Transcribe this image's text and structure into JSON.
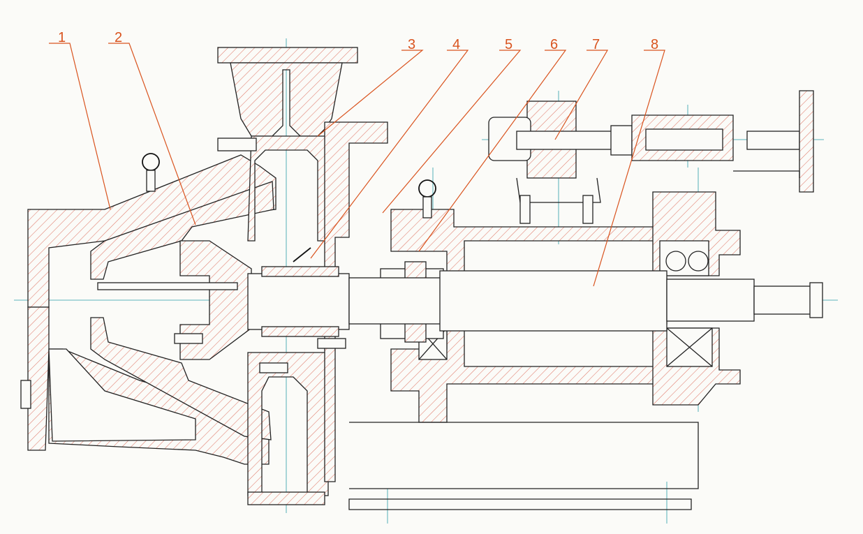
{
  "callouts": [
    {
      "id": "1",
      "text": "1"
    },
    {
      "id": "2",
      "text": "2"
    },
    {
      "id": "3",
      "text": "3"
    },
    {
      "id": "4",
      "text": "4"
    },
    {
      "id": "5",
      "text": "5"
    },
    {
      "id": "6",
      "text": "6"
    },
    {
      "id": "7",
      "text": "7"
    },
    {
      "id": "8",
      "text": "8"
    }
  ],
  "colors": {
    "outline": "#222222",
    "hatch": "#e07a6a",
    "callout": "#d9531e",
    "centerline": "#2a9da8",
    "background": "#fbfbf8"
  }
}
